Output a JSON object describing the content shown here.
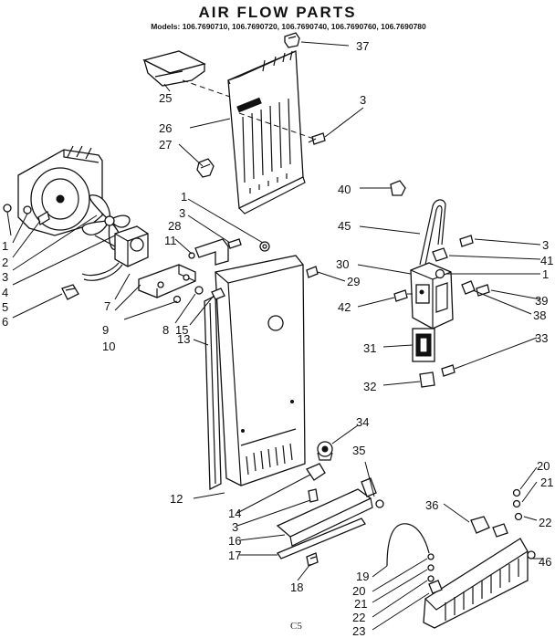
{
  "header": {
    "title": "AIR FLOW PARTS",
    "models": "Models: 106.7690710, 106.7690720, 106.7690740, 106.7690760, 106.7690780"
  },
  "footer": {
    "code": "C5"
  },
  "callouts": [
    {
      "id": "c37",
      "text": "37"
    },
    {
      "id": "c3a",
      "text": "3"
    },
    {
      "id": "c25",
      "text": "25"
    },
    {
      "id": "c26",
      "text": "26"
    },
    {
      "id": "c27",
      "text": "27"
    },
    {
      "id": "c40",
      "text": "40"
    },
    {
      "id": "c45",
      "text": "45"
    },
    {
      "id": "c3b",
      "text": "3"
    },
    {
      "id": "c41",
      "text": "41"
    },
    {
      "id": "c30",
      "text": "30"
    },
    {
      "id": "c1a",
      "text": "1"
    },
    {
      "id": "c29",
      "text": "29"
    },
    {
      "id": "c39",
      "text": "39"
    },
    {
      "id": "c42",
      "text": "42"
    },
    {
      "id": "c38",
      "text": "38"
    },
    {
      "id": "c33",
      "text": "33"
    },
    {
      "id": "c31",
      "text": "31"
    },
    {
      "id": "c32",
      "text": "32"
    },
    {
      "id": "c1b",
      "text": "1"
    },
    {
      "id": "c3c",
      "text": "3"
    },
    {
      "id": "c28",
      "text": "28"
    },
    {
      "id": "c11",
      "text": "11"
    },
    {
      "id": "c1c",
      "text": "1"
    },
    {
      "id": "c2",
      "text": "2"
    },
    {
      "id": "c3d",
      "text": "3"
    },
    {
      "id": "c4",
      "text": "4"
    },
    {
      "id": "c5",
      "text": "5"
    },
    {
      "id": "c6",
      "text": "6"
    },
    {
      "id": "c7",
      "text": "7"
    },
    {
      "id": "c9",
      "text": "9"
    },
    {
      "id": "c10",
      "text": "10"
    },
    {
      "id": "c8",
      "text": "8"
    },
    {
      "id": "c15",
      "text": "15"
    },
    {
      "id": "c13",
      "text": "13"
    },
    {
      "id": "c34",
      "text": "34"
    },
    {
      "id": "c35",
      "text": "35"
    },
    {
      "id": "c12",
      "text": "12"
    },
    {
      "id": "c14",
      "text": "14"
    },
    {
      "id": "c3e",
      "text": "3"
    },
    {
      "id": "c16",
      "text": "16"
    },
    {
      "id": "c17",
      "text": "17"
    },
    {
      "id": "c18",
      "text": "18"
    },
    {
      "id": "c36",
      "text": "36"
    },
    {
      "id": "c20a",
      "text": "20"
    },
    {
      "id": "c21a",
      "text": "21"
    },
    {
      "id": "c22a",
      "text": "22"
    },
    {
      "id": "c19",
      "text": "19"
    },
    {
      "id": "c20b",
      "text": "20"
    },
    {
      "id": "c21b",
      "text": "21"
    },
    {
      "id": "c22b",
      "text": "22"
    },
    {
      "id": "c23",
      "text": "23"
    },
    {
      "id": "c46",
      "text": "46"
    }
  ]
}
